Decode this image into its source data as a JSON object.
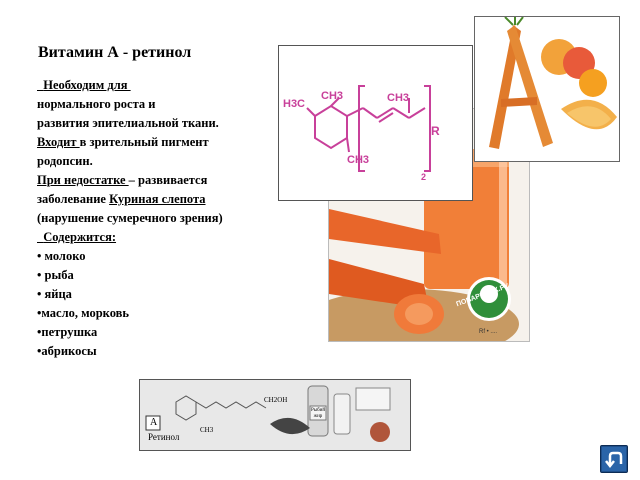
{
  "slide": {
    "title": "Витамин А - ретинол",
    "paragraphs": [
      {
        "runs": [
          {
            "text": "  Необходим для ",
            "underline": true
          }
        ]
      },
      {
        "runs": [
          {
            "text": "нормального роста и",
            "underline": false
          }
        ]
      },
      {
        "runs": [
          {
            "text": "развития эпителиальной ткани.",
            "underline": false
          }
        ]
      },
      {
        "runs": [
          {
            "text": "Входит ",
            "underline": true
          },
          {
            "text": "в зрительный пигмент",
            "underline": false
          }
        ]
      },
      {
        "runs": [
          {
            "text": "родопсин.",
            "underline": false
          }
        ]
      },
      {
        "runs": [
          {
            "text": "При недостатке ",
            "underline": true
          },
          {
            "text": "– развивается",
            "underline": false
          }
        ]
      },
      {
        "runs": [
          {
            "text": "заболевание ",
            "underline": false
          },
          {
            "text": "Куриная слепота",
            "underline": true
          }
        ]
      },
      {
        "runs": [
          {
            "text": "(нарушение сумеречного зрения)",
            "underline": false
          }
        ]
      },
      {
        "runs": [
          {
            "text": "  Содержится:",
            "underline": true
          }
        ]
      },
      {
        "runs": [
          {
            "text": "• молоко",
            "underline": false
          }
        ]
      },
      {
        "runs": [
          {
            "text": "• рыба",
            "underline": false
          }
        ]
      },
      {
        "runs": [
          {
            "text": "• яйца",
            "underline": false
          }
        ]
      },
      {
        "runs": [
          {
            "text": "•масло, морковь",
            "underline": false
          }
        ]
      },
      {
        "runs": [
          {
            "text": "•петрушка",
            "underline": false
          }
        ]
      },
      {
        "runs": [
          {
            "text": "•абрикосы",
            "underline": false
          }
        ]
      }
    ]
  },
  "formula": {
    "ch3_top_left": "CH3",
    "h3c": "H3C",
    "ch3_top_right": "CH3",
    "ch3_bottom": "CH3",
    "r": "R",
    "sub": "2"
  },
  "photo": {
    "watermark": "ПОВАРЁНОК.РУ",
    "caption": "Rf • ...."
  },
  "bottom_image": {
    "label_a": "А",
    "label_name": "Ретинол",
    "ch2oh": "CH2OH",
    "ch3": "CH3",
    "bottle_label": "Рыбий жир"
  },
  "colors": {
    "formula_line": "#c8409a",
    "carrot": "#e8662a",
    "juice": "#f0782e",
    "nav_button": "#1f4f8a"
  },
  "icons": {
    "nav_button": "return-arrow-icon"
  }
}
